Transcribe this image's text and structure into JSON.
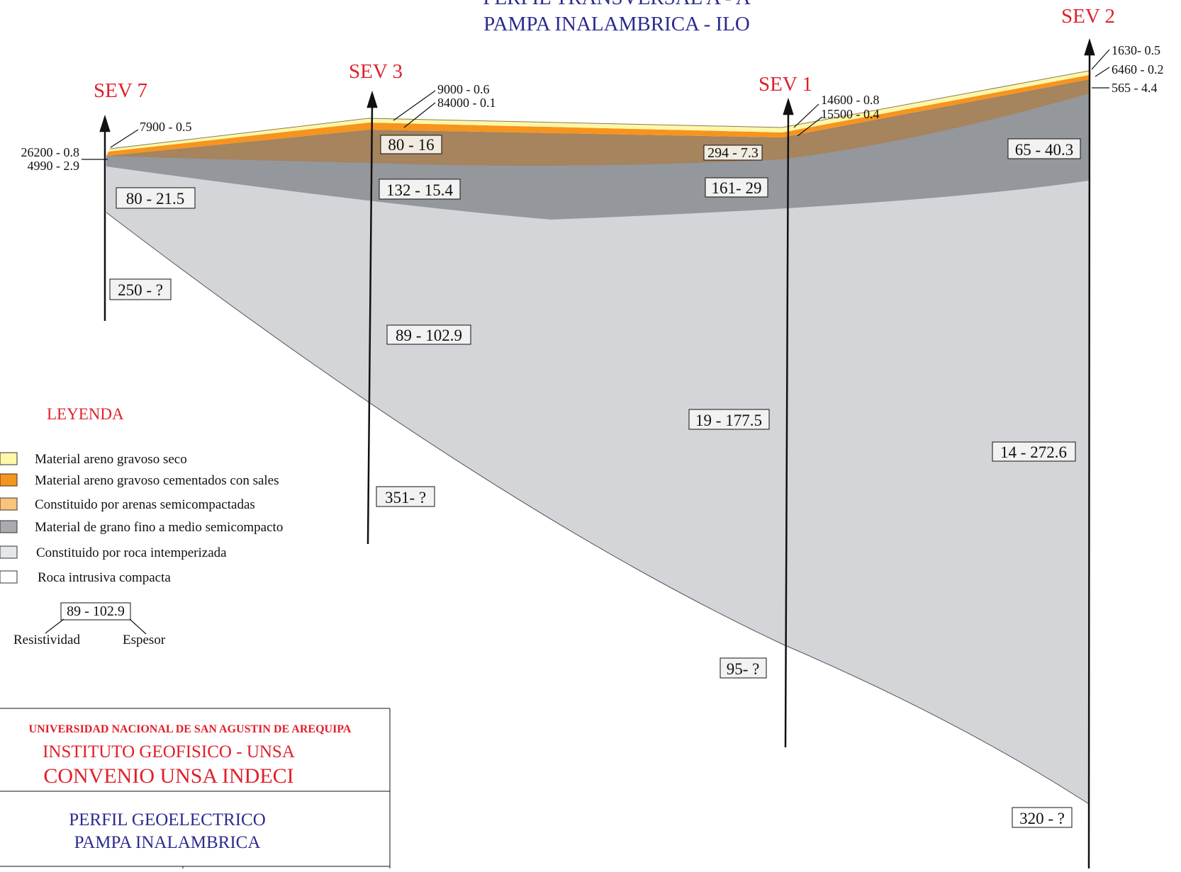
{
  "title": {
    "line1": "PERFIL TRANSVERSAL  A - A",
    "line2": "PAMPA INALAMBRICA - ILO"
  },
  "colors": {
    "dry_sand": "#fff7a8",
    "cemented": "#f7941d",
    "semicompact_sand": "#a5845e",
    "fine_grain": "#94979c",
    "weathered_rock": "#d4d5d8",
    "intrusive_rock": "#ffffff",
    "sev_label": "#e0202a",
    "title": "#2b2b8f"
  },
  "soundings": [
    {
      "id": "sev7",
      "label": "SEV 7",
      "annotations": [
        "7900 - 0.5",
        "26200 - 0.8",
        "4990 - 2.9"
      ],
      "boxes": [
        "80 - 21.5",
        "250 - ?"
      ]
    },
    {
      "id": "sev3",
      "label": "SEV 3",
      "annotations": [
        "9000 - 0.6",
        "84000 - 0.1"
      ],
      "boxes": [
        "80 - 16",
        "132 - 15.4",
        "89 - 102.9",
        "351- ?"
      ]
    },
    {
      "id": "sev1",
      "label": "SEV 1",
      "annotations": [
        "14600 - 0.8",
        "15500 - 0.4"
      ],
      "boxes": [
        "294 - 7.3",
        "161- 29",
        "19 - 177.5",
        "95- ?"
      ]
    },
    {
      "id": "sev2",
      "label": "SEV 2",
      "annotations": [
        "1630- 0.5",
        "6460 - 0.2",
        "565 - 4.4"
      ],
      "boxes": [
        "65 - 40.3",
        "14 - 272.6",
        "320 - ?"
      ]
    }
  ],
  "legend": {
    "heading": "LEYENDA",
    "items": [
      {
        "label": "Material areno gravoso seco",
        "color": "#fff7a8"
      },
      {
        "label": "Material areno gravoso cementados con sales",
        "color": "#f7941d"
      },
      {
        "label": "Constituido por arenas semicompactadas",
        "color": "#fbc47a"
      },
      {
        "label": "Material de grano fino a medio semicompacto",
        "color": "#a9abae"
      },
      {
        "label": "Constituido por roca intemperizada",
        "color": "#e6e7e8"
      },
      {
        "label": "Roca intrusiva compacta",
        "color": "#ffffff"
      }
    ],
    "example_box": "89 - 102.9",
    "example_left": "Resistividad",
    "example_right": "Espesor"
  },
  "title_block": {
    "university": "UNIVERSIDAD NACIONAL DE SAN AGUSTIN DE AREQUIPA",
    "institute": "INSTITUTO GEOFISICO - UNSA",
    "agreement": "CONVENIO UNSA INDECI",
    "profile_line1": "PERFIL GEOELECTRICO",
    "profile_line2": "PAMPA INALAMBRICA"
  }
}
